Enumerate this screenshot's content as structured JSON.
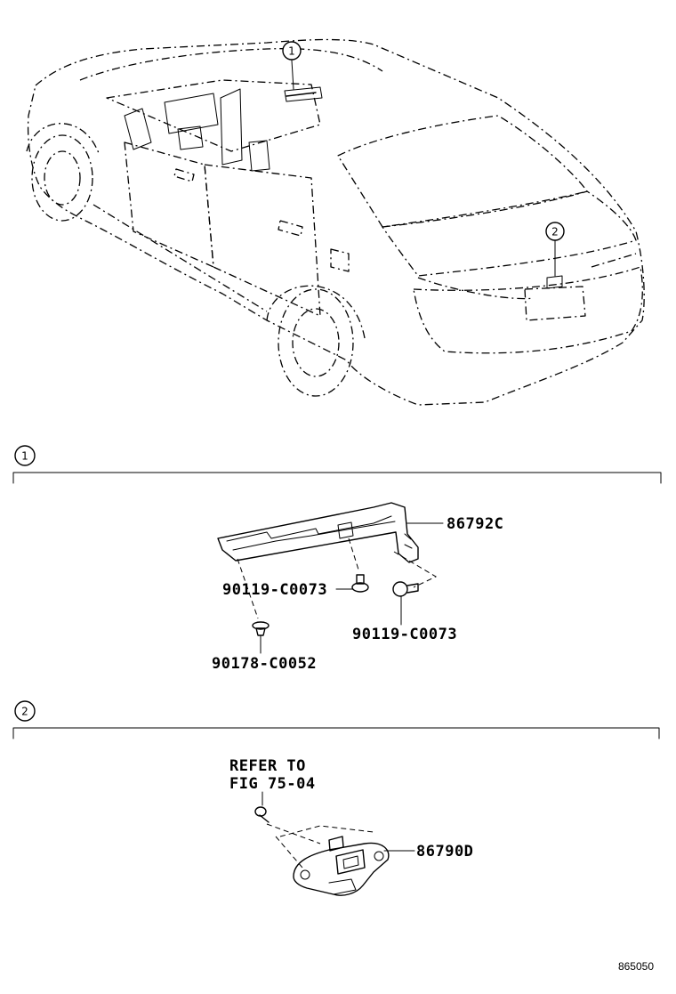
{
  "diagram": {
    "callouts": [
      {
        "id": "c1",
        "number": "1"
      },
      {
        "id": "c2",
        "number": "2"
      }
    ],
    "sections": [
      {
        "number": "1",
        "parts": [
          {
            "part_no": "86792C"
          },
          {
            "part_no": "90119-C0073",
            "position": "middle"
          },
          {
            "part_no": "90119-C0073",
            "position": "right"
          },
          {
            "part_no": "90178-C0052"
          }
        ]
      },
      {
        "number": "2",
        "refer_line1": "REFER TO",
        "refer_line2": "FIG 75-04",
        "parts": [
          {
            "part_no": "86790D"
          }
        ]
      }
    ],
    "figure_code": "865050"
  }
}
